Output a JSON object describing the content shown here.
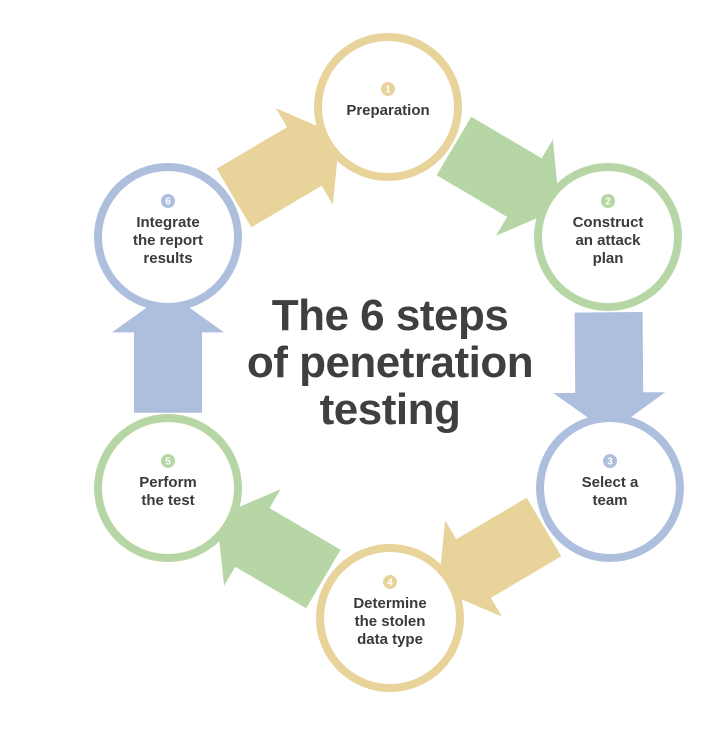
{
  "title": {
    "lines": [
      "The 6 steps",
      "of penetration",
      "testing"
    ]
  },
  "colors": {
    "yellow": "#e8d49a",
    "green": "#b6d6a6",
    "blue": "#aebfde",
    "text": "#3a3a3a",
    "title": "#3f3f3f",
    "background": "#ffffff"
  },
  "steps": [
    {
      "number": "1",
      "lines": [
        "Preparation"
      ],
      "color": "#e8d49a"
    },
    {
      "number": "2",
      "lines": [
        "Construct",
        "an attack",
        "plan"
      ],
      "color": "#b6d6a6"
    },
    {
      "number": "3",
      "lines": [
        "Select a",
        "team"
      ],
      "color": "#aebfde"
    },
    {
      "number": "4",
      "lines": [
        "Determine",
        "the stolen",
        "data type"
      ],
      "color": "#e8d49a"
    },
    {
      "number": "5",
      "lines": [
        "Perform",
        "the test"
      ],
      "color": "#b6d6a6"
    },
    {
      "number": "6",
      "lines": [
        "Integrate",
        "the report",
        "results"
      ],
      "color": "#aebfde"
    }
  ]
}
